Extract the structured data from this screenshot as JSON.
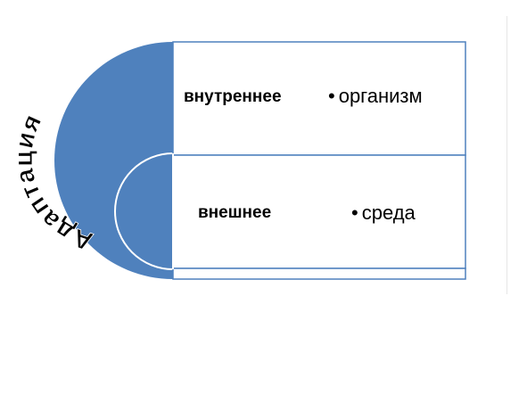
{
  "diagram": {
    "title": "Адаптация",
    "rows": [
      {
        "label": "внутреннее",
        "item": "организм"
      },
      {
        "label": "внешнее",
        "item": "среда"
      }
    ],
    "bullet_symbol": "•"
  },
  "colors": {
    "accent": "#4f81bd",
    "border": "#4f81bd",
    "background": "#ffffff",
    "text": "#000000"
  }
}
